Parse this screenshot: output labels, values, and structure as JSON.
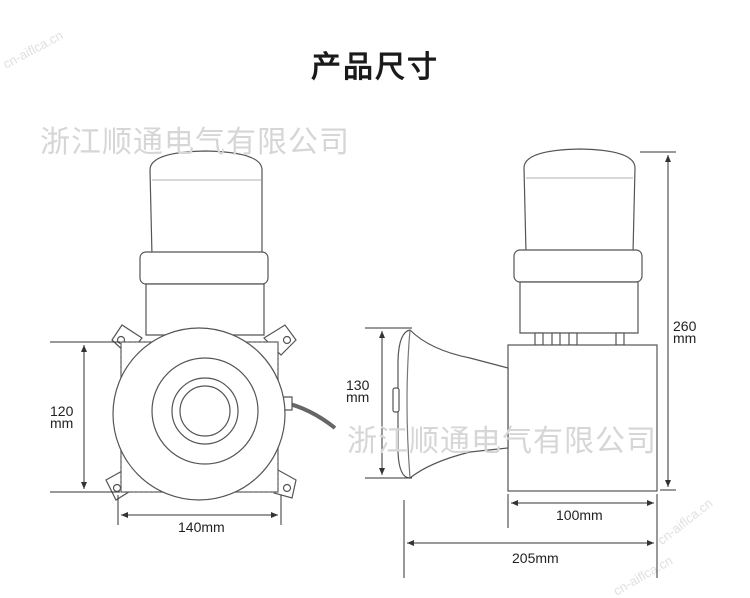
{
  "title": "产品尺寸",
  "watermark": "浙江顺通电气有限公司",
  "watermark_url": "cn-aiflca.cn",
  "dimensions": {
    "front_height": {
      "value": "120",
      "unit": "mm"
    },
    "front_width": {
      "text": "140mm"
    },
    "side_horn_height": {
      "value": "130",
      "unit": "mm"
    },
    "side_total_height": {
      "value": "260",
      "unit": "mm"
    },
    "side_body_width": {
      "text": "100mm"
    },
    "side_total_length": {
      "text": "205mm"
    }
  }
}
